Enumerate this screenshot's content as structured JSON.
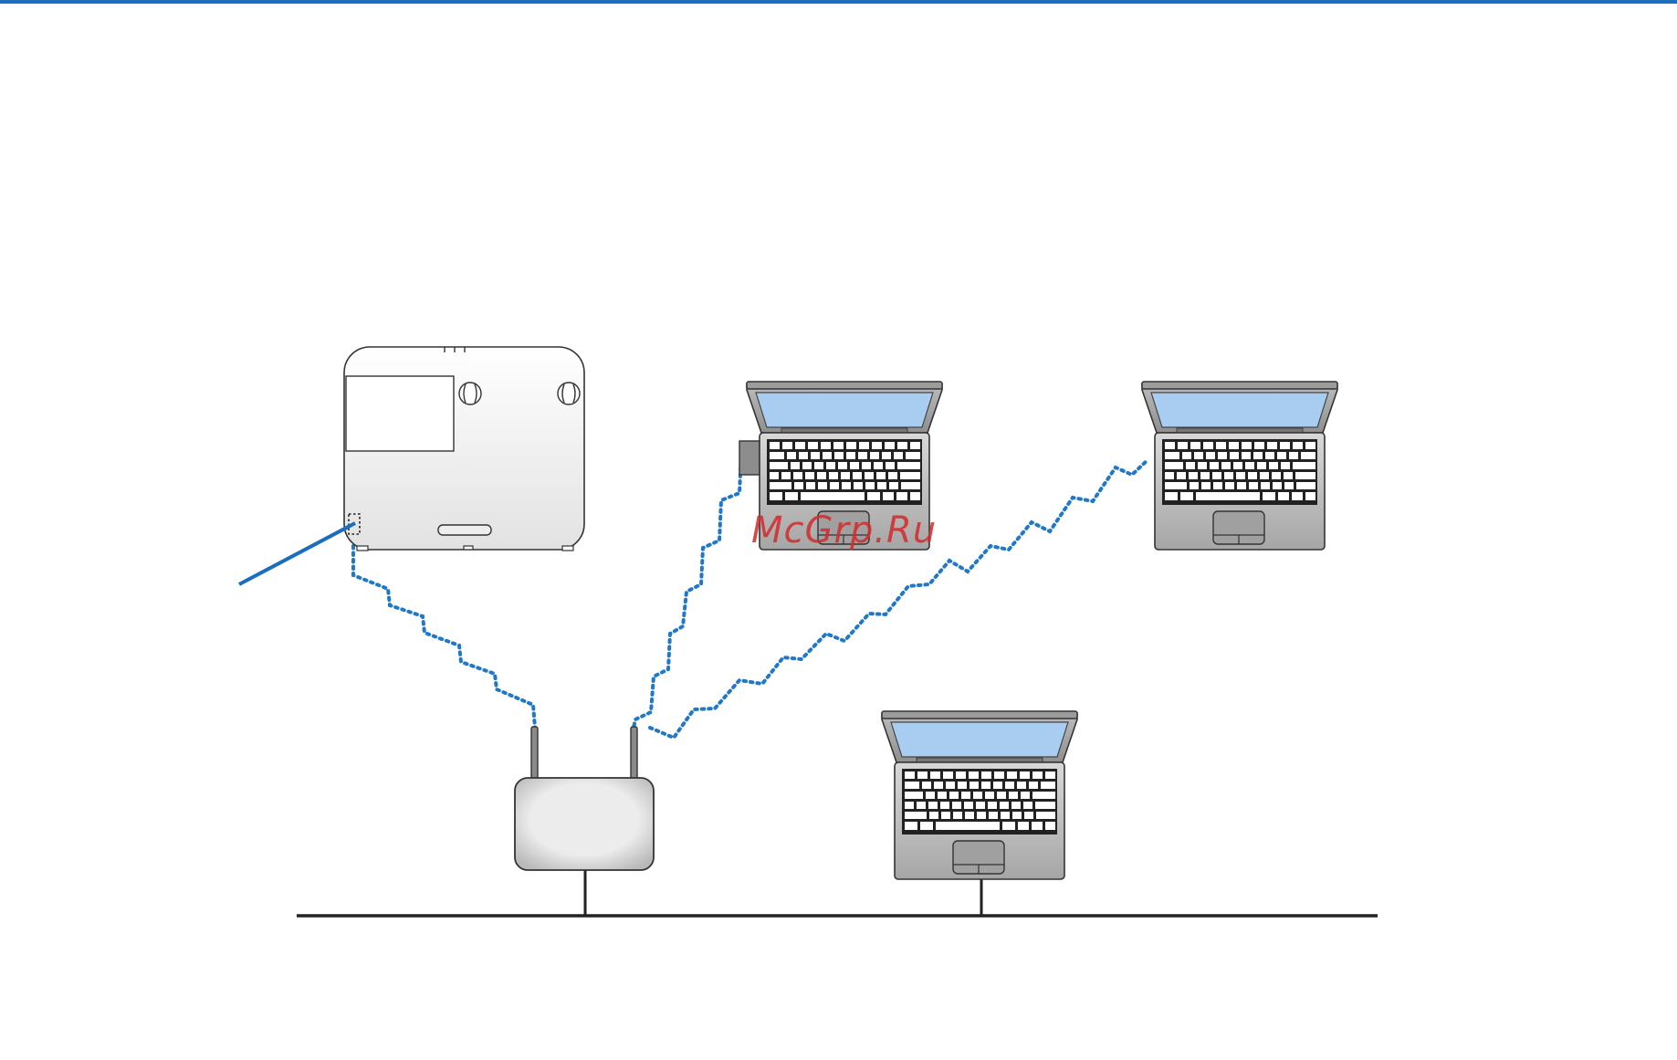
{
  "watermark": {
    "text": "McGrp.Ru",
    "color": "#d32a2a"
  },
  "colors": {
    "accent": "#1a6ebd",
    "wireless_link": "#1f78c8",
    "network_line": "#222222",
    "laptop_screen": "#a9cdf0",
    "device_body": "#e6e6e6"
  },
  "devices": {
    "projector": {
      "icon": "projector-icon"
    },
    "wireless_router": {
      "icon": "wireless-router-icon"
    },
    "laptops": [
      {
        "icon": "laptop-icon",
        "connection": "wireless-usb"
      },
      {
        "icon": "laptop-icon",
        "connection": "wireless"
      },
      {
        "icon": "laptop-icon",
        "connection": "wired"
      }
    ]
  }
}
